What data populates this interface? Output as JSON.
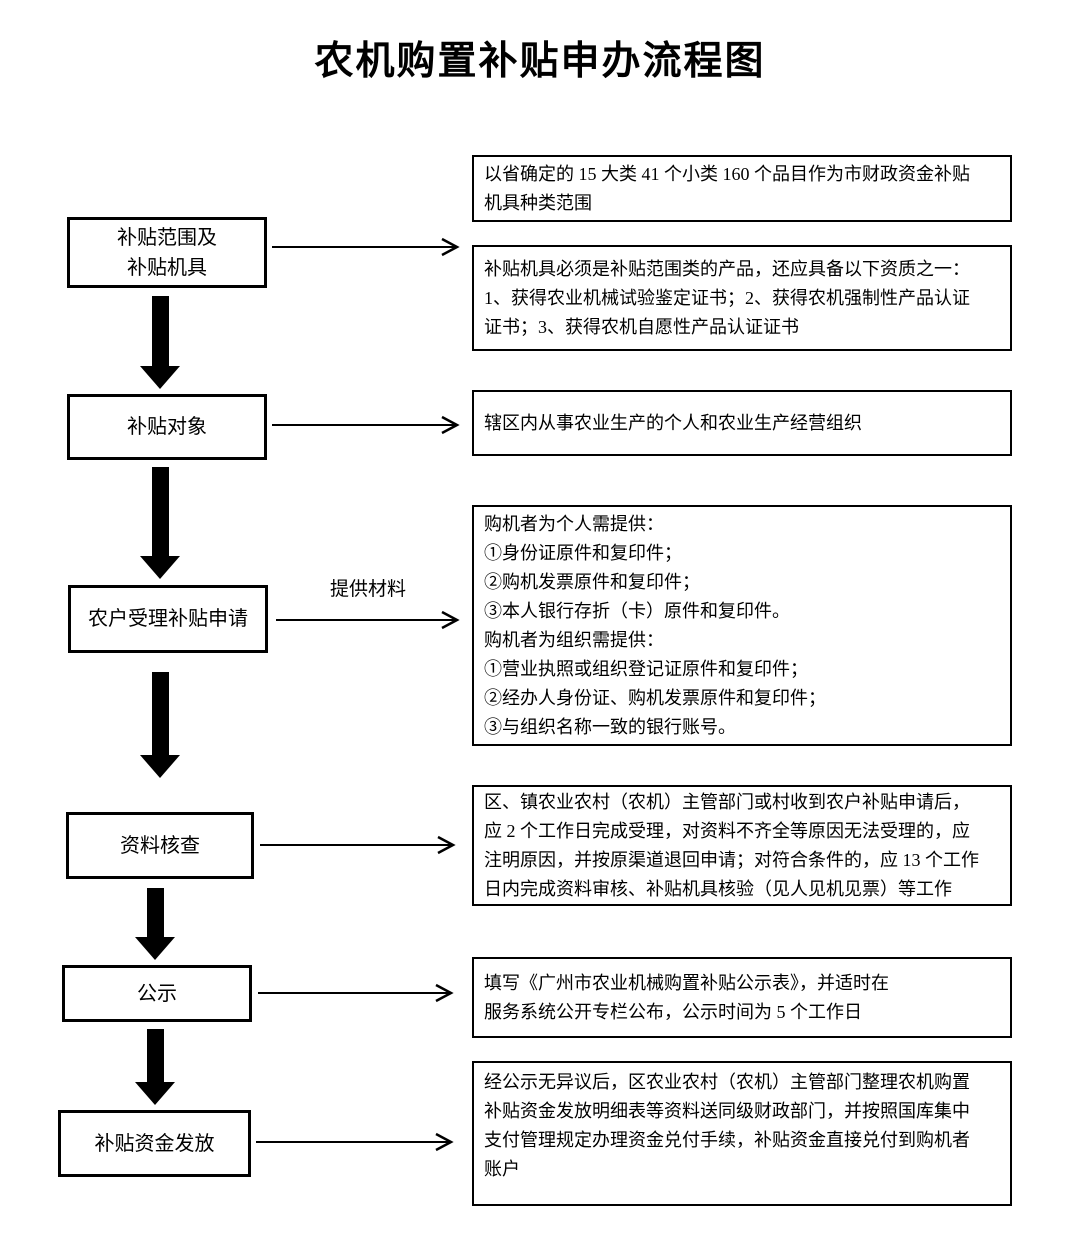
{
  "title": "农机购置补贴申办流程图",
  "arrow_label": "提供材料",
  "colors": {
    "line": "#000000",
    "background": "#ffffff",
    "text": "#000000"
  },
  "steps": [
    {
      "label": "补贴范围及\n补贴机具"
    },
    {
      "label": "补贴对象"
    },
    {
      "label": "农户受理补贴申请"
    },
    {
      "label": "资料核查"
    },
    {
      "label": "公示"
    },
    {
      "label": "补贴资金发放"
    }
  ],
  "details": [
    {
      "text": "以省确定的 15 大类 41 个小类 160 个品目作为市财政资金补贴\n机具种类范围"
    },
    {
      "text": "补贴机具必须是补贴范围类的产品，还应具备以下资质之一：\n1、获得农业机械试验鉴定证书；2、获得农机强制性产品认证\n证书；3、获得农机自愿性产品认证证书"
    },
    {
      "text": "辖区内从事农业生产的个人和农业生产经营组织"
    },
    {
      "text": "购机者为个人需提供：\n①身份证原件和复印件；\n②购机发票原件和复印件；\n③本人银行存折（卡）原件和复印件。\n购机者为组织需提供：\n①营业执照或组织登记证原件和复印件；\n②经办人身份证、购机发票原件和复印件；\n③与组织名称一致的银行账号。"
    },
    {
      "text": "区、镇农业农村（农机）主管部门或村收到农户补贴申请后，\n应 2 个工作日完成受理，对资料不齐全等原因无法受理的，应\n注明原因，并按原渠道退回申请；对符合条件的，应 13 个工作\n日内完成资料审核、补贴机具核验（见人见机见票）等工作"
    },
    {
      "text": "填写《广州市农业机械购置补贴公示表》，并适时在\n服务系统公开专栏公布，公示时间为 5 个工作日"
    },
    {
      "text": "经公示无异议后，区农业农村（农机）主管部门整理农机购置\n补贴资金发放明细表等资料送同级财政部门，并按照国库集中\n支付管理规定办理资金兑付手续，补贴资金直接兑付到购机者\n账户"
    }
  ]
}
